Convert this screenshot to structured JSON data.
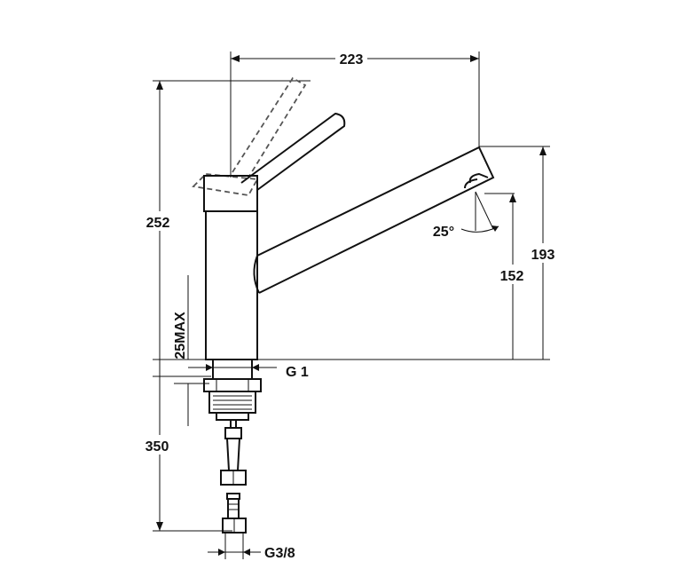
{
  "drawing": {
    "dimensions": {
      "width_total": "223",
      "height_total": "252",
      "spout_height": "193",
      "outlet_height": "152",
      "spout_angle": "25°",
      "max_deck_thickness": "25MAX",
      "hose_length": "350",
      "mounting_thread": "G 1",
      "hose_connection": "G3/8"
    }
  }
}
